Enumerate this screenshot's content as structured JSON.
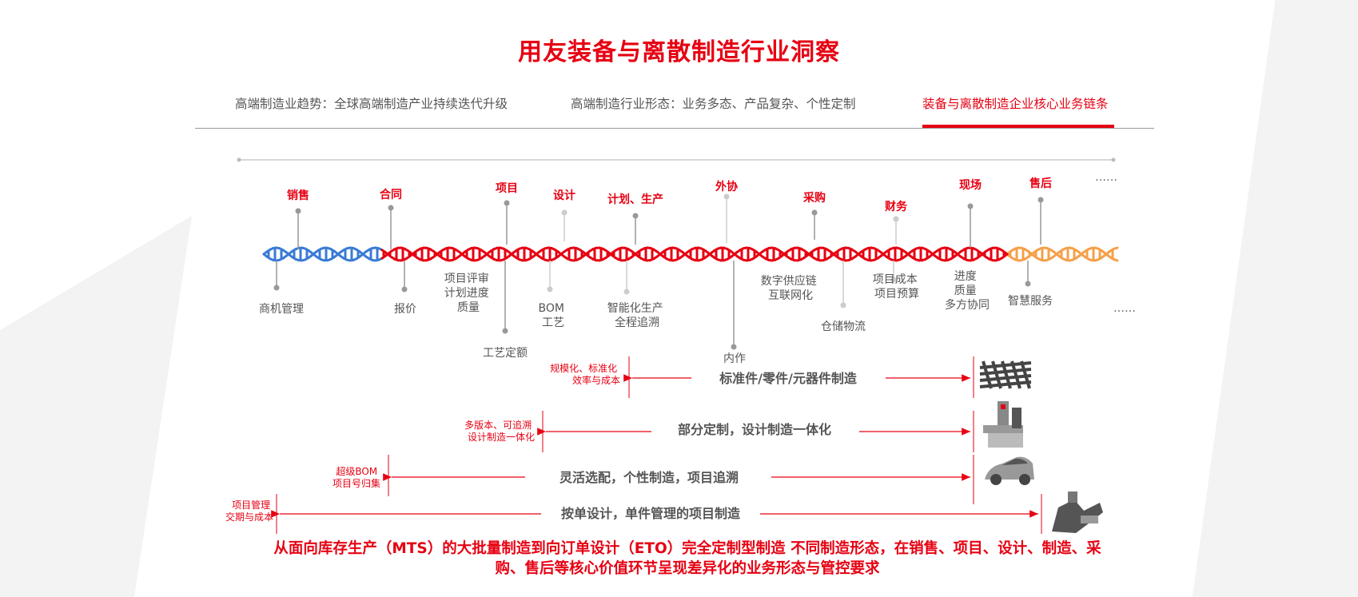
{
  "title": "用友装备与离散制造行业洞察",
  "tabs": [
    {
      "label": "高端制造业趋势：全球高端制造产业持续迭代升级",
      "active": false
    },
    {
      "label": "高端制造行业形态：业务多态、产品复杂、个性定制",
      "active": false
    },
    {
      "label": "装备与离散制造企业核心业务链条",
      "active": true
    }
  ],
  "stages_top": [
    {
      "label": "销售"
    },
    {
      "label": "合同"
    },
    {
      "label": "项目"
    },
    {
      "label": "设计"
    },
    {
      "label": "计划、生产"
    },
    {
      "label": "外协"
    },
    {
      "label": "采购"
    },
    {
      "label": "财务"
    },
    {
      "label": "现场"
    },
    {
      "label": "售后"
    }
  ],
  "details_bottom": [
    {
      "lines": [
        "商机管理"
      ]
    },
    {
      "lines": [
        "报价"
      ]
    },
    {
      "lines": [
        "项目评审",
        "计划进度",
        "质量"
      ]
    },
    {
      "lines": [
        "工艺定额"
      ]
    },
    {
      "lines": [
        "BOM",
        "工艺"
      ]
    },
    {
      "lines": [
        "智能化生产",
        "全程追溯"
      ]
    },
    {
      "lines": [
        "内作"
      ]
    },
    {
      "lines": [
        "数字供应链",
        "互联网化"
      ]
    },
    {
      "lines": [
        "仓储物流"
      ]
    },
    {
      "lines": [
        "项目成本",
        "项目预算"
      ]
    },
    {
      "lines": [
        "进度",
        "质量",
        "多方协同"
      ]
    },
    {
      "lines": [
        "智慧服务"
      ]
    }
  ],
  "ellipsis": "……",
  "modes": [
    {
      "label": "标准件/零件/元器件制造",
      "side_lines": [
        "规模化、标准化",
        "效率与成本"
      ],
      "image_icon": "mesh-icon"
    },
    {
      "label": "部分定制，设计制造一体化",
      "side_lines": [
        "多版本、可追溯",
        "设计制造一体化"
      ],
      "image_icon": "machine-tool-icon"
    },
    {
      "label": "灵活选配，个性制造，项目追溯",
      "side_lines": [
        "超级BOM",
        "项目号归集"
      ],
      "image_icon": "car-icon"
    },
    {
      "label": "按单设计，单件管理的项目制造",
      "side_lines": [
        "项目管理",
        "交期与成本"
      ],
      "image_icon": "heavy-machine-icon"
    }
  ],
  "footer": {
    "line1": "从面向库存生产（MTS）的大批量制造到向订单设计（ETO）完全定制型制造 不同制造形态，在销售、项目、设计、制造、采",
    "line2": "购、售后等核心价值环节呈现差异化的业务形态与管控要求"
  },
  "colors": {
    "accent": "#e60012",
    "dna_blue": "#3a7bd5",
    "dna_orange": "#f5a04a",
    "pin": "#999999",
    "pin_light": "#cccccc"
  }
}
